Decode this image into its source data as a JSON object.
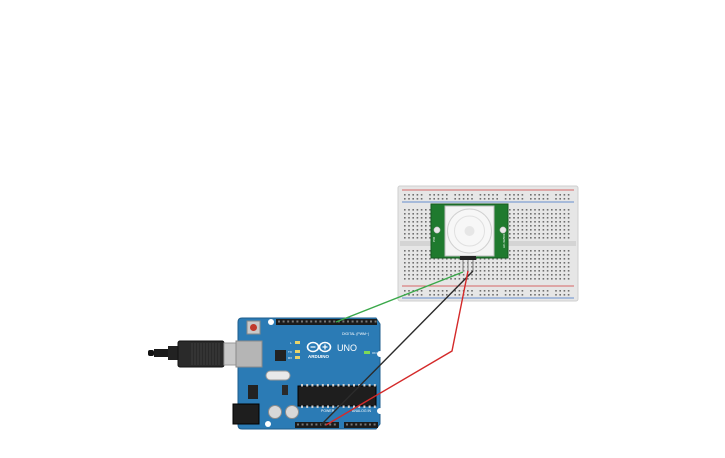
{
  "arduino": {
    "brand": "ARDUINO",
    "model": "UNO",
    "digital_label": "DIGITAL (PWM~)",
    "power_label": "POWER",
    "analog_label": "ANALOG IN",
    "on_label": "ON",
    "tx_label": "TX",
    "rx_label": "RX",
    "l_label": "L"
  },
  "pir_sensor": {
    "left_label": "PIR",
    "right_label": "HC-SR501"
  },
  "colors": {
    "board_blue": "#2b7bb5",
    "breadboard": "#e6e6e6",
    "rail_red": "#d23a3a",
    "rail_blue": "#3b6fc4",
    "pcb_green": "#1f7a2e",
    "wire_green": "#3aa84a",
    "wire_black": "#2b2b2b",
    "wire_red": "#d42a2a"
  },
  "wires": [
    {
      "name": "signal-wire",
      "color_key": "wire_green"
    },
    {
      "name": "ground-wire",
      "color_key": "wire_black"
    },
    {
      "name": "power-wire",
      "color_key": "wire_red"
    }
  ]
}
